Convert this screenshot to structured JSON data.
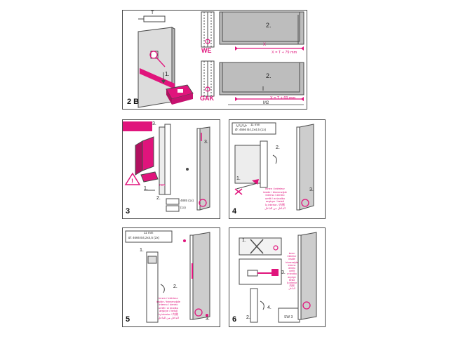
{
  "step2b": {
    "number": "2 B",
    "dim_T": "T",
    "step1": "1.",
    "step2": "2.",
    "label_we": "WE",
    "label_gak": "GAK",
    "formula_we": "X = T + 79 mm",
    "formula_gak": "X = T + 69 mm",
    "label_x": "X",
    "label_m2": "M2"
  },
  "step3": {
    "number": "3",
    "step1": "1.",
    "step2": "2.",
    "step3": "3.",
    "mm": "mm",
    "part_code": "4885 (1x)",
    "part_qty": "(1x)"
  },
  "step4": {
    "number": "4",
    "spec_line1": "11 mm",
    "spec_line2": "Ø: 4666 B4,2x4,5 (1x)",
    "step1": "1.",
    "step2": "2.",
    "step3": "3.",
    "translations": [
      "innen / intérieur",
      "inside / binnenzijde",
      "interno / dentro",
      "umfit / w środku",
      "anyirpe / belső",
      "İç interior / 内侧",
      "الداخل من الداخل"
    ]
  },
  "step5": {
    "number": "5",
    "spec_line1": "11 mm",
    "spec_line2": "Ø: 4666 B4,2x4,5 (2x)",
    "step1": "1.",
    "step2": "2.",
    "step3": "3.",
    "translations": [
      "innen / intérieur",
      "inside / binnenzijde",
      "interno / dentro",
      "umfit / w środku",
      "anyirpe / belső",
      "İç interior / 内侧",
      "الداخل من الداخل"
    ]
  },
  "step6": {
    "number": "6",
    "step1": "1.",
    "step2": "2.",
    "step3": "3.",
    "step4": "4.",
    "tool_label": "SW 3",
    "translations": [
      "innen",
      "intérieur",
      "inside",
      "binnenzijde",
      "interno",
      "dentro",
      "umfit",
      "w środku",
      "anyirpe",
      "belső",
      "İç interior",
      "内侧",
      "الداخل"
    ]
  },
  "colors": {
    "accent": "#e0147c",
    "line": "#4a4a4a",
    "panel_fill": "#c8c8c8",
    "light_fill": "#e9e9e9"
  }
}
